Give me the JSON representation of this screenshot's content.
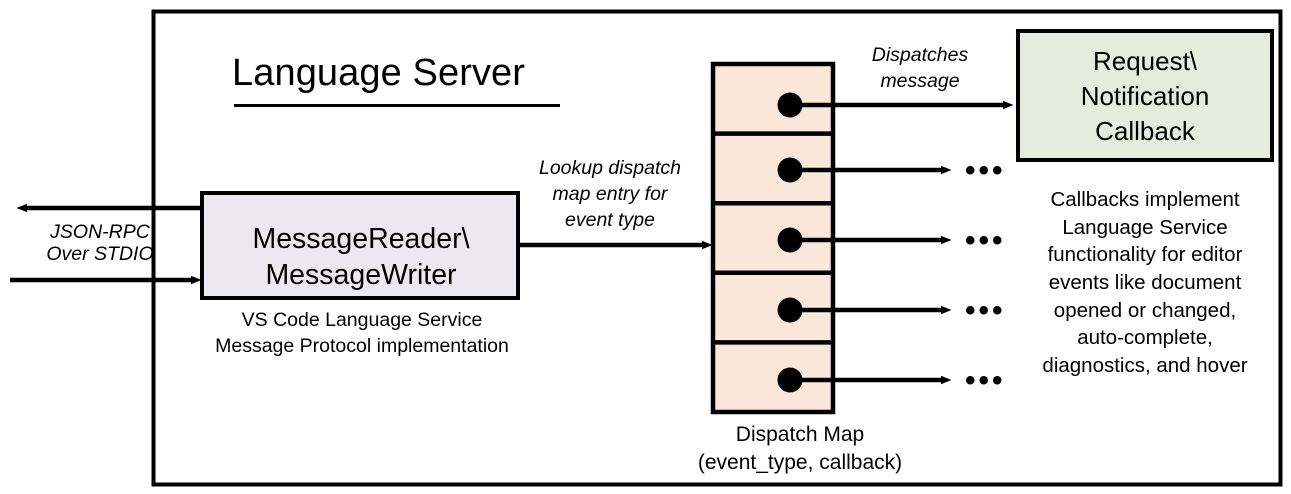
{
  "diagram": {
    "title": "Language Server",
    "colors": {
      "border": "#000000",
      "reader_box_fill": "#ebe8f1",
      "dispatch_map_fill": "#fbe7da",
      "callback_box_fill": "#e6ecdd",
      "background": "#ffffff",
      "text": "#000000"
    },
    "left_channel": {
      "label": "JSON-RPC\nOver STDIO",
      "outbound_arrow_name": "json-rpc-outbound-arrow",
      "inbound_arrow_name": "json-rpc-inbound-arrow"
    },
    "reader_box": {
      "label": "MessageReader\\\nMessageWriter",
      "caption": "VS Code Language Service\nMessage Protocol implementation"
    },
    "lookup_arrow": {
      "label": "Lookup dispatch\nmap entry for\nevent type"
    },
    "dispatch_map": {
      "caption": "Dispatch Map\n(event_type, callback)",
      "rows": [
        {
          "name": "dispatch-map-row-1",
          "has_dot": true,
          "target": "callback-box"
        },
        {
          "name": "dispatch-map-row-2",
          "has_dot": true,
          "target": "ellipsis"
        },
        {
          "name": "dispatch-map-row-3",
          "has_dot": true,
          "target": "ellipsis"
        },
        {
          "name": "dispatch-map-row-4",
          "has_dot": true,
          "target": "ellipsis"
        },
        {
          "name": "dispatch-map-row-5",
          "has_dot": true,
          "target": "ellipsis"
        }
      ],
      "ellipsis_glyph": "•••"
    },
    "dispatch_arrow": {
      "label": "Dispatches\nmessage"
    },
    "callback_box": {
      "label": "Request\\\nNotification\nCallback",
      "caption": "Callbacks implement\nLanguage Service\nfunctionality for editor\nevents like document\nopened or changed,\nauto-complete,\ndiagnostics, and hover"
    }
  }
}
